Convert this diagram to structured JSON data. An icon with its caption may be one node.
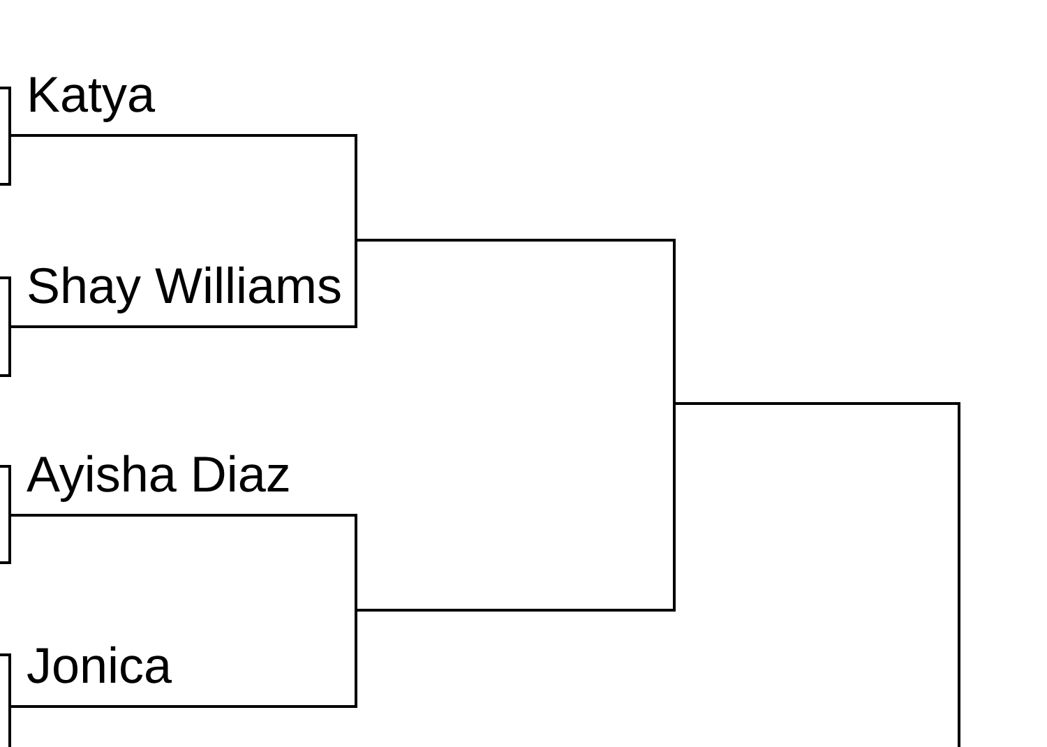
{
  "diagram": {
    "nodes": [
      {
        "text": [
          "Katya"
        ]
      },
      {
        "text": [
          "Shay Williams"
        ]
      },
      {
        "text": [
          "Ayisha Diaz"
        ]
      },
      {
        "text": [
          "Jonica"
        ]
      },
      {
        "text": [],
        "shape": "bar"
      },
      {
        "text": [],
        "shape": "bar"
      },
      {
        "text": [],
        "shape": "bar"
      }
    ],
    "edges": [
      {
        "from": null,
        "to": 0,
        "arrow": "none"
      },
      {
        "from": null,
        "to": 0,
        "arrow": "none"
      },
      {
        "from": null,
        "to": 1,
        "arrow": "none"
      },
      {
        "from": null,
        "to": 1,
        "arrow": "none"
      },
      {
        "from": null,
        "to": 2,
        "arrow": "none"
      },
      {
        "from": null,
        "to": 2,
        "arrow": "none"
      },
      {
        "from": null,
        "to": 3,
        "arrow": "none"
      },
      {
        "from": null,
        "to": 3,
        "arrow": "none"
      },
      {
        "from": 0,
        "to": 4,
        "arrow": "none"
      },
      {
        "from": 1,
        "to": 4,
        "arrow": "none"
      },
      {
        "from": 2,
        "to": 5,
        "arrow": "none"
      },
      {
        "from": 3,
        "to": 5,
        "arrow": "none"
      },
      {
        "from": 4,
        "to": 6,
        "arrow": "none"
      },
      {
        "from": 5,
        "to": 6,
        "arrow": "none"
      },
      {
        "from": 6,
        "to": null,
        "arrow": "none"
      }
    ]
  }
}
